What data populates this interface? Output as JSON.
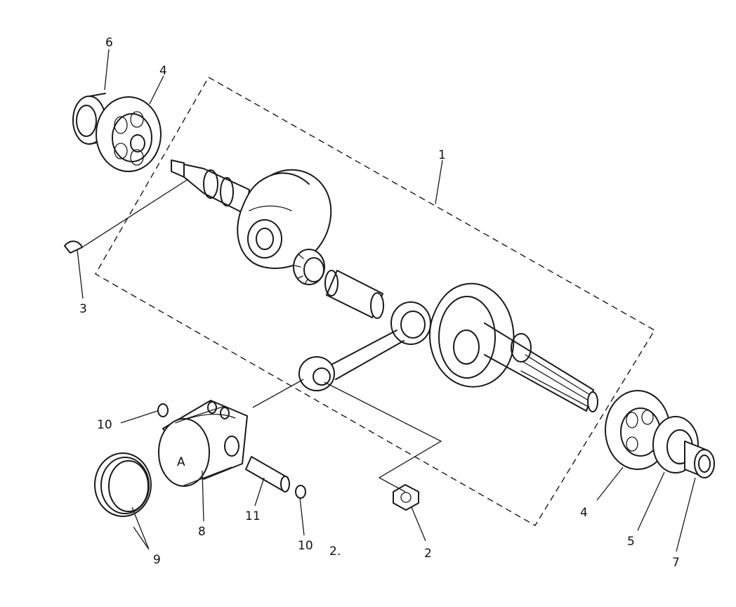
{
  "diagram": {
    "callouts": [
      {
        "id": "c1",
        "text": "1"
      },
      {
        "id": "c2",
        "text": "2"
      },
      {
        "id": "c3",
        "text": "3"
      },
      {
        "id": "c4a",
        "text": "4"
      },
      {
        "id": "c4b",
        "text": "4"
      },
      {
        "id": "c5",
        "text": "5"
      },
      {
        "id": "c6",
        "text": "6"
      },
      {
        "id": "c7",
        "text": "7"
      },
      {
        "id": "c8",
        "text": "8"
      },
      {
        "id": "c9",
        "text": "9"
      },
      {
        "id": "c10a",
        "text": "10"
      },
      {
        "id": "c10b",
        "text": "10"
      },
      {
        "id": "c11",
        "text": "11"
      },
      {
        "id": "cx",
        "text": "2."
      }
    ],
    "ink_color": "#1a1a1a",
    "paper_color": "#ffffff"
  }
}
